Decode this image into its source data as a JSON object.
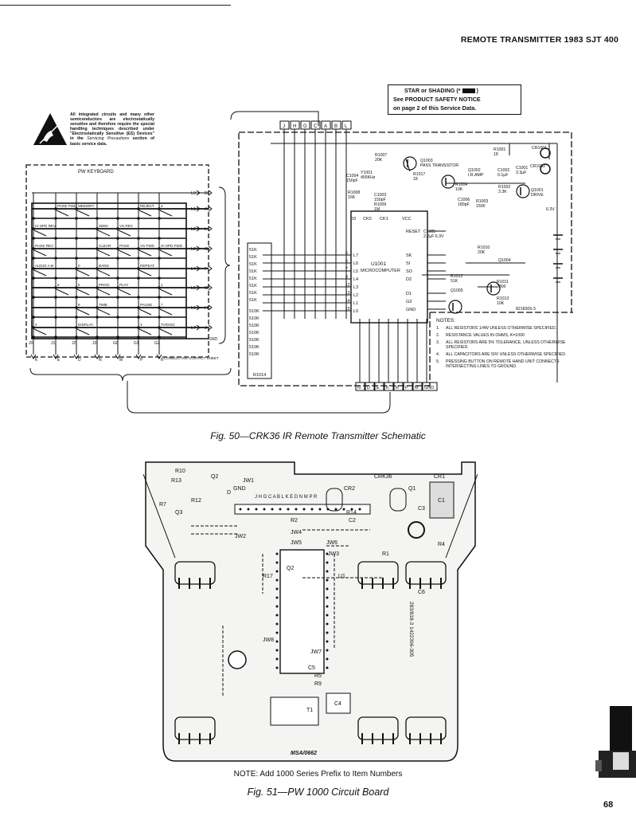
{
  "header": {
    "title": "REMOTE TRANSMITTER 1983 SJT 400"
  },
  "esd_notice": {
    "text_a": "All integrated circuits and many other semiconductors are electrostatically sensitive and therefore require the special handling techniques described under \"Electrostatically Sensitive (ES) Devices\" in the ",
    "text_italic": "Servicing Precautions",
    "text_b": " section of basic service data."
  },
  "safety_notice": {
    "line1_a": "STAR or SHADING (*",
    "line1_b": ")",
    "line2": "See PRODUCT SAFETY NOTICE",
    "line3": "on page 2 of this Service Data."
  },
  "keyboard": {
    "title": "PW KEYBOARD",
    "row_labels": [
      "L0",
      "L1",
      "L2",
      "L3",
      "L4",
      "L5",
      "L6",
      "L7"
    ],
    "row_outputs": [
      "B",
      "A",
      "L",
      "C",
      "F",
      "G",
      "H",
      "J"
    ],
    "col_labels": [
      "J0",
      "J1",
      "J2",
      "J3",
      "G0",
      "G1",
      "G2"
    ],
    "col_outputs": [
      "K",
      "E",
      "D",
      "N",
      "M",
      "P",
      "R"
    ],
    "gnd": "GND",
    "contact_sheet": "CONDUCTIVE CONTACT SHEET",
    "keys": [
      {
        "label": "PAGE FWD",
        "row": 1,
        "col": 1
      },
      {
        "label": "MEMORY",
        "row": 1,
        "col": 2
      },
      {
        "label": "REJECT",
        "row": 1,
        "col": 5
      },
      {
        "label": "4",
        "row": 1,
        "col": 6
      },
      {
        "label": "HI SPD REV",
        "row": 2,
        "col": 0
      },
      {
        "label": "SEEK",
        "row": 2,
        "col": 3
      },
      {
        "label": "VS REV",
        "row": 2,
        "col": 4
      },
      {
        "label": "PAGE REV",
        "row": 3,
        "col": 0
      },
      {
        "label": "CLEAR",
        "row": 3,
        "col": 3
      },
      {
        "label": "PAGE",
        "row": 3,
        "col": 4
      },
      {
        "label": "VS FWD",
        "row": 3,
        "col": 5
      },
      {
        "label": "HI SPD FWD",
        "row": 3,
        "col": 6
      },
      {
        "label": "AUDIO A-B",
        "row": 4,
        "col": 0
      },
      {
        "label": "0",
        "row": 4,
        "col": 2
      },
      {
        "label": "BAND",
        "row": 4,
        "col": 3
      },
      {
        "label": "REPEAT",
        "row": 4,
        "col": 5
      },
      {
        "label": "6",
        "row": 5,
        "col": 1
      },
      {
        "label": "5",
        "row": 5,
        "col": 2
      },
      {
        "label": "PROG",
        "row": 5,
        "col": 3
      },
      {
        "label": "PLAY",
        "row": 5,
        "col": 4
      },
      {
        "label": "1",
        "row": 5,
        "col": 6
      },
      {
        "label": "8",
        "row": 6,
        "col": 2
      },
      {
        "label": "TIME",
        "row": 6,
        "col": 3
      },
      {
        "label": "PAUSE",
        "row": 6,
        "col": 5
      },
      {
        "label": "7",
        "row": 6,
        "col": 6
      },
      {
        "label": "2",
        "row": 7,
        "col": 0
      },
      {
        "label": "DISPLAY",
        "row": 7,
        "col": 2
      },
      {
        "label": "3",
        "row": 7,
        "col": 5
      },
      {
        "label": "TV/DISC",
        "row": 7,
        "col": 6
      }
    ]
  },
  "schematic": {
    "top_connector": [
      "J",
      "H",
      "G",
      "C",
      "A",
      "B",
      "L"
    ],
    "bottom_connector": [
      "N",
      "D",
      "E",
      "K",
      "R",
      "P",
      "M",
      "GND"
    ],
    "ic": {
      "ref": "U1001",
      "name": "MICROCOMPUTER",
      "pins_left": [
        "L7",
        "L6",
        "L5",
        "L4",
        "L3",
        "L2",
        "L1",
        "L0"
      ],
      "pins_left_nums": [
        "5",
        "6",
        "7",
        "8",
        "12",
        "13",
        "14",
        "15"
      ],
      "pins_right": [
        "RESET",
        "SK",
        "SI",
        "SO",
        "D2",
        "D1",
        "G3",
        "GND"
      ],
      "pins_top": [
        "CK0",
        "CK1",
        "VCC",
        "D3"
      ]
    },
    "resistor_net": {
      "ref": "R1014",
      "values_51k": [
        "51K",
        "51K",
        "51K",
        "51K",
        "51K",
        "51K",
        "51K",
        "51K"
      ],
      "values_510k": [
        "510K",
        "510K",
        "510K",
        "510K",
        "510K",
        "510K",
        "510K"
      ]
    },
    "components": [
      "R1007 20K",
      "Q1003 PASS TRANSISTOR",
      "R1017 18",
      "C1004 150pF",
      "Y1001 455KHz",
      "R1008 16K",
      "C1003 150pF",
      "R1009 1M",
      "Q1002 I.R.AMP",
      "R1004 10K",
      "C1006 180pF",
      "R1003 1500",
      "C1002 0.1µF",
      "R1002 3.3K",
      "Q1001 DRIVE",
      "R1001 18",
      "C1001 3.3µF",
      "CR1001",
      "CR1002",
      "6.3V",
      "C1005 2.2µF 6.3V",
      "R1010 20K",
      "Q1004",
      "R1012 51K",
      "Q1005",
      "R1011 3300",
      "R1013 10K",
      "8218309-3"
    ]
  },
  "notes": {
    "title": "NOTES:",
    "items": [
      "ALL RESISTORS 1/4W UNLESS OTHERWISE SPECIFIED.",
      "RESISTANCE VALUES IN OHMS, K=1000",
      "ALL RESISTORS ARE 5% TOLERANCE, UNLESS OTHERWISE SPECIFIED.",
      "ALL CAPACITORS ARE 50V UNLESS OTHERWISE SPECIFIED.",
      "PRESSING BUTTON ON REMOTE HAND UNIT CONNECTS INTERSECTING LINES TO GROUND."
    ]
  },
  "fig50_caption": "Fig. 50—CRK36 IR Remote Transmitter Schematic",
  "board": {
    "labels": [
      "R10",
      "R13",
      "R7",
      "R12",
      "Q3",
      "Q2",
      "D",
      "JW1",
      "JW2",
      "GND",
      "R14",
      "CRK36",
      "CR2",
      "CR1",
      "C1",
      "Q1",
      "C2",
      "C3",
      "R2",
      "JW4",
      "JW5",
      "JW6",
      "JW3",
      "R4",
      "R1",
      "Q2",
      "U1",
      "R17",
      "JW8",
      "JW7",
      "C5",
      "R5",
      "R9",
      "C4",
      "T1",
      "C6"
    ],
    "connector_pins": "J H G C A B L K E D N M P R",
    "part_number": "283/818-3 1422396-305",
    "drawing_number": "MSA/0662"
  },
  "note51": "NOTE: Add 1000 Series Prefix to Item Numbers",
  "fig51_caption": "Fig. 51—PW 1000 Circuit Board",
  "page_number": "68"
}
